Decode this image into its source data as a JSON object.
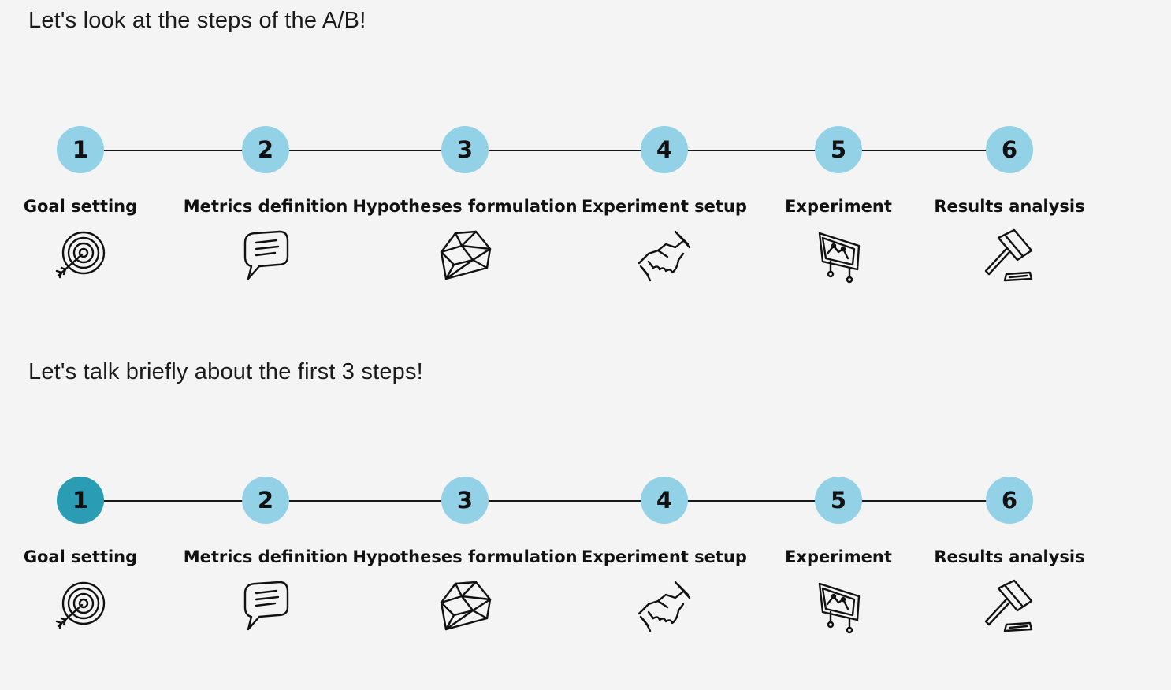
{
  "headings": {
    "first": "Let's look at the steps of the A/B!",
    "second": "Let's talk briefly about the first 3 steps!"
  },
  "steps": [
    {
      "number": "1",
      "label": "Goal setting",
      "icon": "target-arrow-icon"
    },
    {
      "number": "2",
      "label": "Metrics definition",
      "icon": "speech-bubble-icon"
    },
    {
      "number": "3",
      "label": "Hypotheses formulation",
      "icon": "diamond-icon"
    },
    {
      "number": "4",
      "label": "Experiment setup",
      "icon": "handshake-icon"
    },
    {
      "number": "5",
      "label": "Experiment",
      "icon": "chart-board-icon"
    },
    {
      "number": "6",
      "label": "Results analysis",
      "icon": "gavel-icon"
    }
  ],
  "highlighted_step_in_second_timeline": "1",
  "colors": {
    "circle": "#93d1e6",
    "circle_active": "#2a9db5",
    "line": "#1a1a1a",
    "background": "#f4f4f4"
  }
}
